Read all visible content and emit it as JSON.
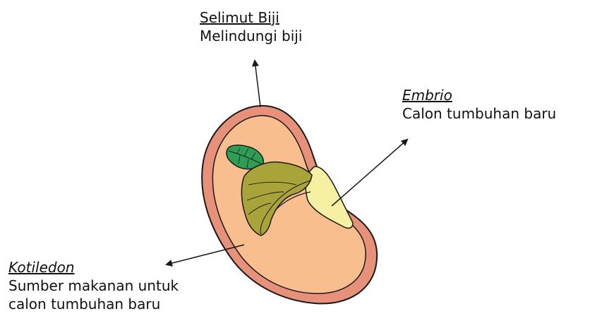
{
  "labels": {
    "seed_coat": {
      "title": "Selimut Biji",
      "description": "Melindungi biji"
    },
    "embryo": {
      "title": "Embrio",
      "description": "Calon tumbuhan baru"
    },
    "cotyledon": {
      "title": "Kotiledon",
      "description_line1": "Sumber makanan untuk",
      "description_line2": "calon tumbuhan baru"
    }
  },
  "colors": {
    "seed_coat": "#E8917A",
    "cotyledon": "#F9BE8E",
    "embryo": "#F6F0A2",
    "leaf_small": "#2E9E55",
    "leaf_large": "#A9A43A",
    "outline": "#1a1a1a"
  }
}
